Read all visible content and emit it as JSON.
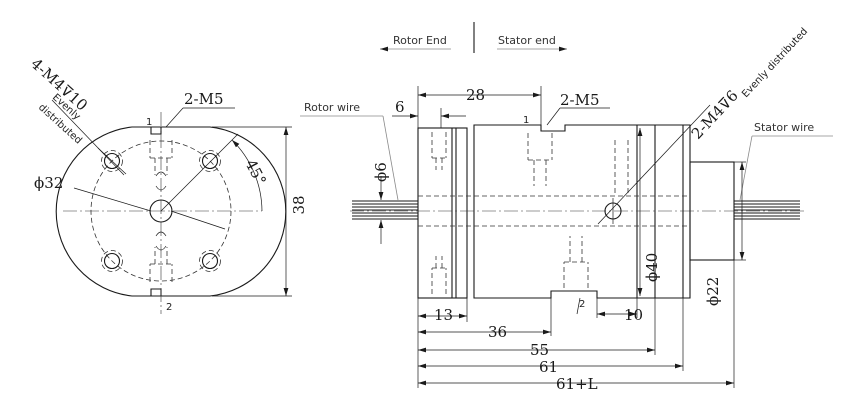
{
  "header": {
    "rotor_end": "Rotor End",
    "stator_end": "Stator end"
  },
  "front_view": {
    "thread_top": "2-M5",
    "holes_callout": "4-M4⊽10",
    "holes_note_1": "Evenly",
    "holes_note_2": "distributed",
    "diameter": "ϕ32",
    "angle": "45°",
    "height": "38",
    "mark_top": "1",
    "mark_bottom": "2"
  },
  "side_view": {
    "rotor_wire": "Rotor wire",
    "stator_wire": "Stator wire",
    "dim_28": "28",
    "dim_6": "6",
    "thread_top": "2-M5",
    "holes_callout": "2-M4⊽6",
    "holes_note": "Evenly distributed",
    "dim_phi6": "ϕ6",
    "dim_phi40": "ϕ40",
    "dim_phi22": "ϕ22",
    "dim_13": "13",
    "dim_36": "36",
    "dim_10": "10",
    "dim_55": "55",
    "dim_61": "61",
    "dim_61L": "61+L",
    "mark_top": "1",
    "mark_bottom": "2"
  }
}
